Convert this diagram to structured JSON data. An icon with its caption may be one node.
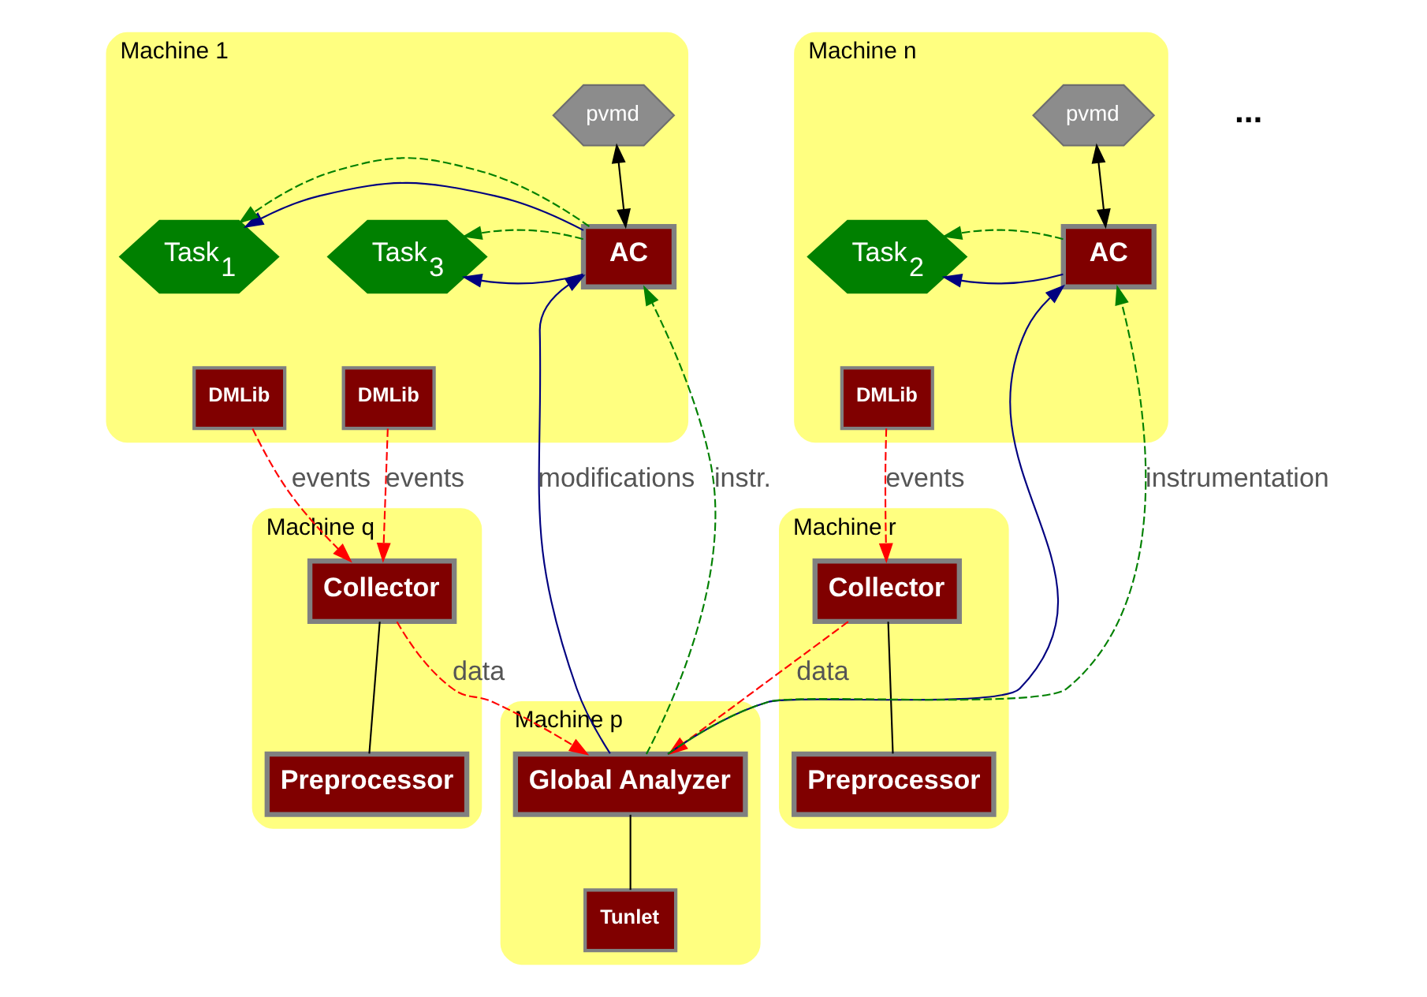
{
  "diagram": {
    "nodes": [
      {
        "text": [
          "Machine 1"
        ]
      },
      {
        "text": [
          "pvmd"
        ],
        "in": 0
      },
      {
        "text": [
          "Task$_{1}$"
        ],
        "in": 0
      },
      {
        "text": [
          "AC"
        ],
        "in": 0
      },
      {
        "text": [
          "Task$_{3}$"
        ],
        "in": 0
      },
      {
        "text": [
          "DMLib"
        ],
        "in": 0
      },
      {
        "text": [
          "DMLib"
        ],
        "in": 0
      },
      {
        "text": [
          "Machine n"
        ]
      },
      {
        "text": [
          "AC"
        ],
        "in": 7
      },
      {
        "text": [
          "pvmd"
        ],
        "in": 7
      },
      {
        "text": [
          "Task$_{2}$"
        ],
        "in": 7
      },
      {
        "text": [
          "DMLib"
        ],
        "in": 7
      },
      {
        "text": [
          "Machine q"
        ]
      },
      {
        "text": [
          "Collector"
        ],
        "in": 12
      },
      {
        "text": [
          "Preprocessor"
        ],
        "in": 12
      },
      {
        "text": [
          "Machine r"
        ]
      },
      {
        "text": [
          "Collector"
        ],
        "in": 15
      },
      {
        "text": [
          "Preprocessor"
        ],
        "in": 15
      },
      {
        "text": [
          "Machine p"
        ]
      },
      {
        "text": [
          "Global Analyzer"
        ],
        "in": 18
      },
      {
        "text": [
          "Tunlet"
        ],
        "in": 18
      }
    ],
    "edges": [
      {
        "from": 1,
        "to": 3,
        "arrow": "both",
        "color": "#000000"
      },
      {
        "from": 3,
        "to": 2,
        "arrow": "to",
        "color": "#000080"
      },
      {
        "from": 3,
        "to": 4,
        "arrow": "to",
        "color": "#000080"
      },
      {
        "from": 3,
        "to": 2,
        "arrow": "to",
        "style": "dashed",
        "color": "#008000"
      },
      {
        "from": 3,
        "to": 4,
        "arrow": "to",
        "style": "dashed",
        "color": "#008000"
      },
      {
        "from": 9,
        "to": 8,
        "arrow": "both",
        "color": "#000000"
      },
      {
        "from": 8,
        "to": 10,
        "arrow": "to",
        "color": "#000080"
      },
      {
        "from": 8,
        "to": 10,
        "arrow": "to",
        "style": "dashed",
        "color": "#008000"
      },
      {
        "from": 19,
        "to": 3,
        "arrow": "to",
        "label": "modifications",
        "color": "#000080"
      },
      {
        "from": 19,
        "to": 8,
        "arrow": "to",
        "color": "#000080"
      },
      {
        "from": 5,
        "to": 13,
        "arrow": "to",
        "label": "events",
        "style": "dashed",
        "color": "#ff0000"
      },
      {
        "from": 6,
        "to": 13,
        "arrow": "to",
        "label": "events",
        "style": "dashed",
        "color": "#ff0000"
      },
      {
        "from": 11,
        "to": 16,
        "arrow": "to",
        "label": "events",
        "style": "dashed",
        "color": "#ff0000"
      },
      {
        "from": 13,
        "to": 14,
        "arrow": "none",
        "color": "#000000"
      },
      {
        "from": 16,
        "to": 17,
        "arrow": "none",
        "color": "#000000"
      },
      {
        "from": 13,
        "to": 19,
        "arrow": "to",
        "label": "data",
        "style": "dashed",
        "color": "#ff0000"
      },
      {
        "from": 16,
        "to": 19,
        "arrow": "to",
        "label": "data",
        "style": "dashed",
        "color": "#ff0000"
      },
      {
        "from": 19,
        "to": 3,
        "arrow": "to",
        "label": "instr.",
        "style": "dashed",
        "color": "#008000"
      },
      {
        "from": 19,
        "to": 8,
        "arrow": "to",
        "label": "instrumentation",
        "style": "dashed",
        "color": "#008000"
      },
      {
        "from": 19,
        "to": 20,
        "arrow": "none",
        "color": "#000000"
      }
    ],
    "labels": [
      "..."
    ]
  }
}
